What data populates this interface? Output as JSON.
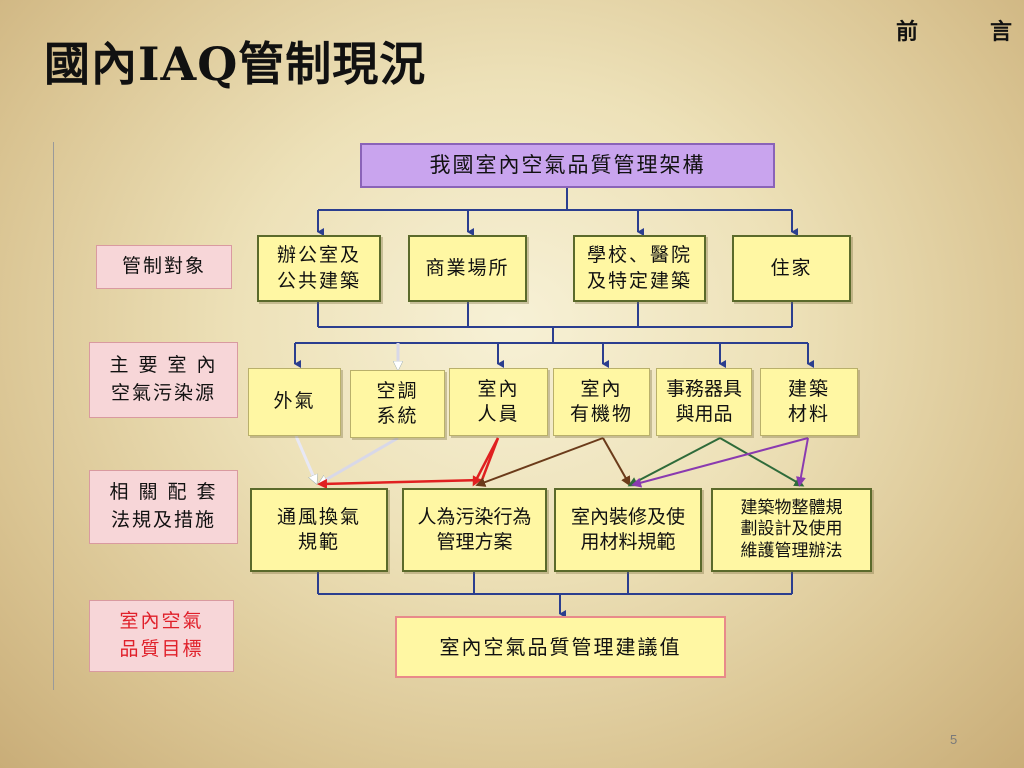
{
  "title": "國內IAQ管制現況",
  "section_chars": [
    "前",
    "言"
  ],
  "page_number": "5",
  "diagram": {
    "root": "我國室內空氣品質管理架構",
    "row_labels": {
      "targets": "管制對象",
      "sources": "主 要 室 內\n空氣污染源",
      "measures": "相 關 配 套\n法規及措施",
      "goal": "室內空氣\n品質目標"
    },
    "targets": [
      "辦公室及\n公共建築",
      "商業場所",
      "學校、醫院\n及特定建築",
      "住家"
    ],
    "sources": [
      "外氣",
      "空調\n系統",
      "室內\n人員",
      "室內\n有機物",
      "事務器具\n與用品",
      "建築\n材料"
    ],
    "measures": [
      "通風換氣\n規範",
      "人為污染行為\n管理方案",
      "室內裝修及使\n用材料規範",
      "建築物整體規\n劃設計及使用\n維護管理辦法"
    ],
    "goal_box": "室內空氣品質管理建議值"
  },
  "colors": {
    "root_fill": "#c9a4ee",
    "node_fill": "#fff7a3",
    "label_fill": "#f7d6d8",
    "line_blue": "#2b3e8f",
    "arrow_white": "#e8e8f4",
    "arrow_red": "#e02020",
    "arrow_brown": "#6b3b1a",
    "arrow_green": "#2f6b3a",
    "arrow_purple": "#8a3ab0"
  }
}
